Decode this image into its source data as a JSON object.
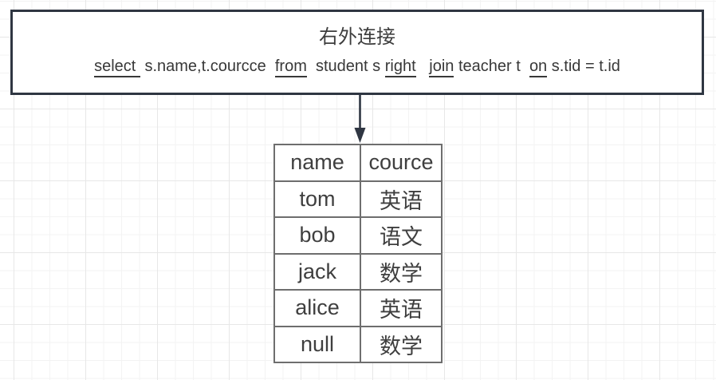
{
  "colors": {
    "box_border": "#2f3642",
    "arrow": "#2f3642",
    "table_border": "#6e6e6e",
    "text": "#3d3d3d",
    "grid_minor": "#f3f3f3",
    "grid_major": "#e7e7e7"
  },
  "query_box": {
    "title": "右外连接",
    "sql_full": "select  s.name,t.courcce  from  student s right  join teacher t  on s.tid = t.id",
    "sql_segments": [
      {
        "text": "select ",
        "underline": true
      },
      {
        "text": " s.name,t.courcce  ",
        "underline": false
      },
      {
        "text": "from",
        "underline": true
      },
      {
        "text": "  student s ",
        "underline": false
      },
      {
        "text": "right",
        "underline": true
      },
      {
        "text": "   ",
        "underline": false
      },
      {
        "text": "join",
        "underline": true
      },
      {
        "text": " teacher t  ",
        "underline": false
      },
      {
        "text": "on",
        "underline": true
      },
      {
        "text": " s.tid = t.id",
        "underline": false
      }
    ]
  },
  "result_table": {
    "headers": [
      "name",
      "cource"
    ],
    "rows": [
      [
        "tom",
        "英语"
      ],
      [
        "bob",
        "语文"
      ],
      [
        "jack",
        "数学"
      ],
      [
        "alice",
        "英语"
      ],
      [
        "null",
        "数学"
      ]
    ]
  }
}
